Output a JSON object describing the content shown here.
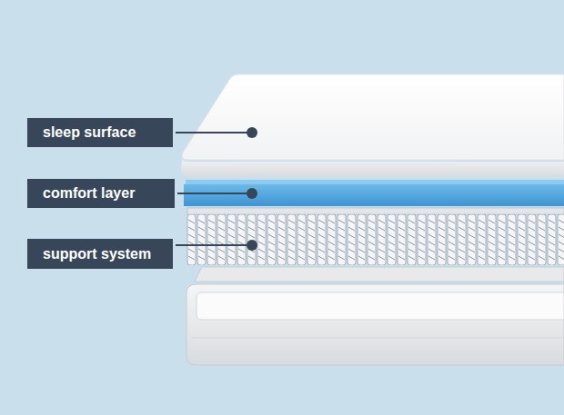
{
  "diagram": {
    "nodes": [
      {
        "text": [
          "sleep surface"
        ]
      },
      {
        "text": [
          "comfort layer"
        ]
      },
      {
        "text": [
          "support system"
        ]
      }
    ]
  }
}
